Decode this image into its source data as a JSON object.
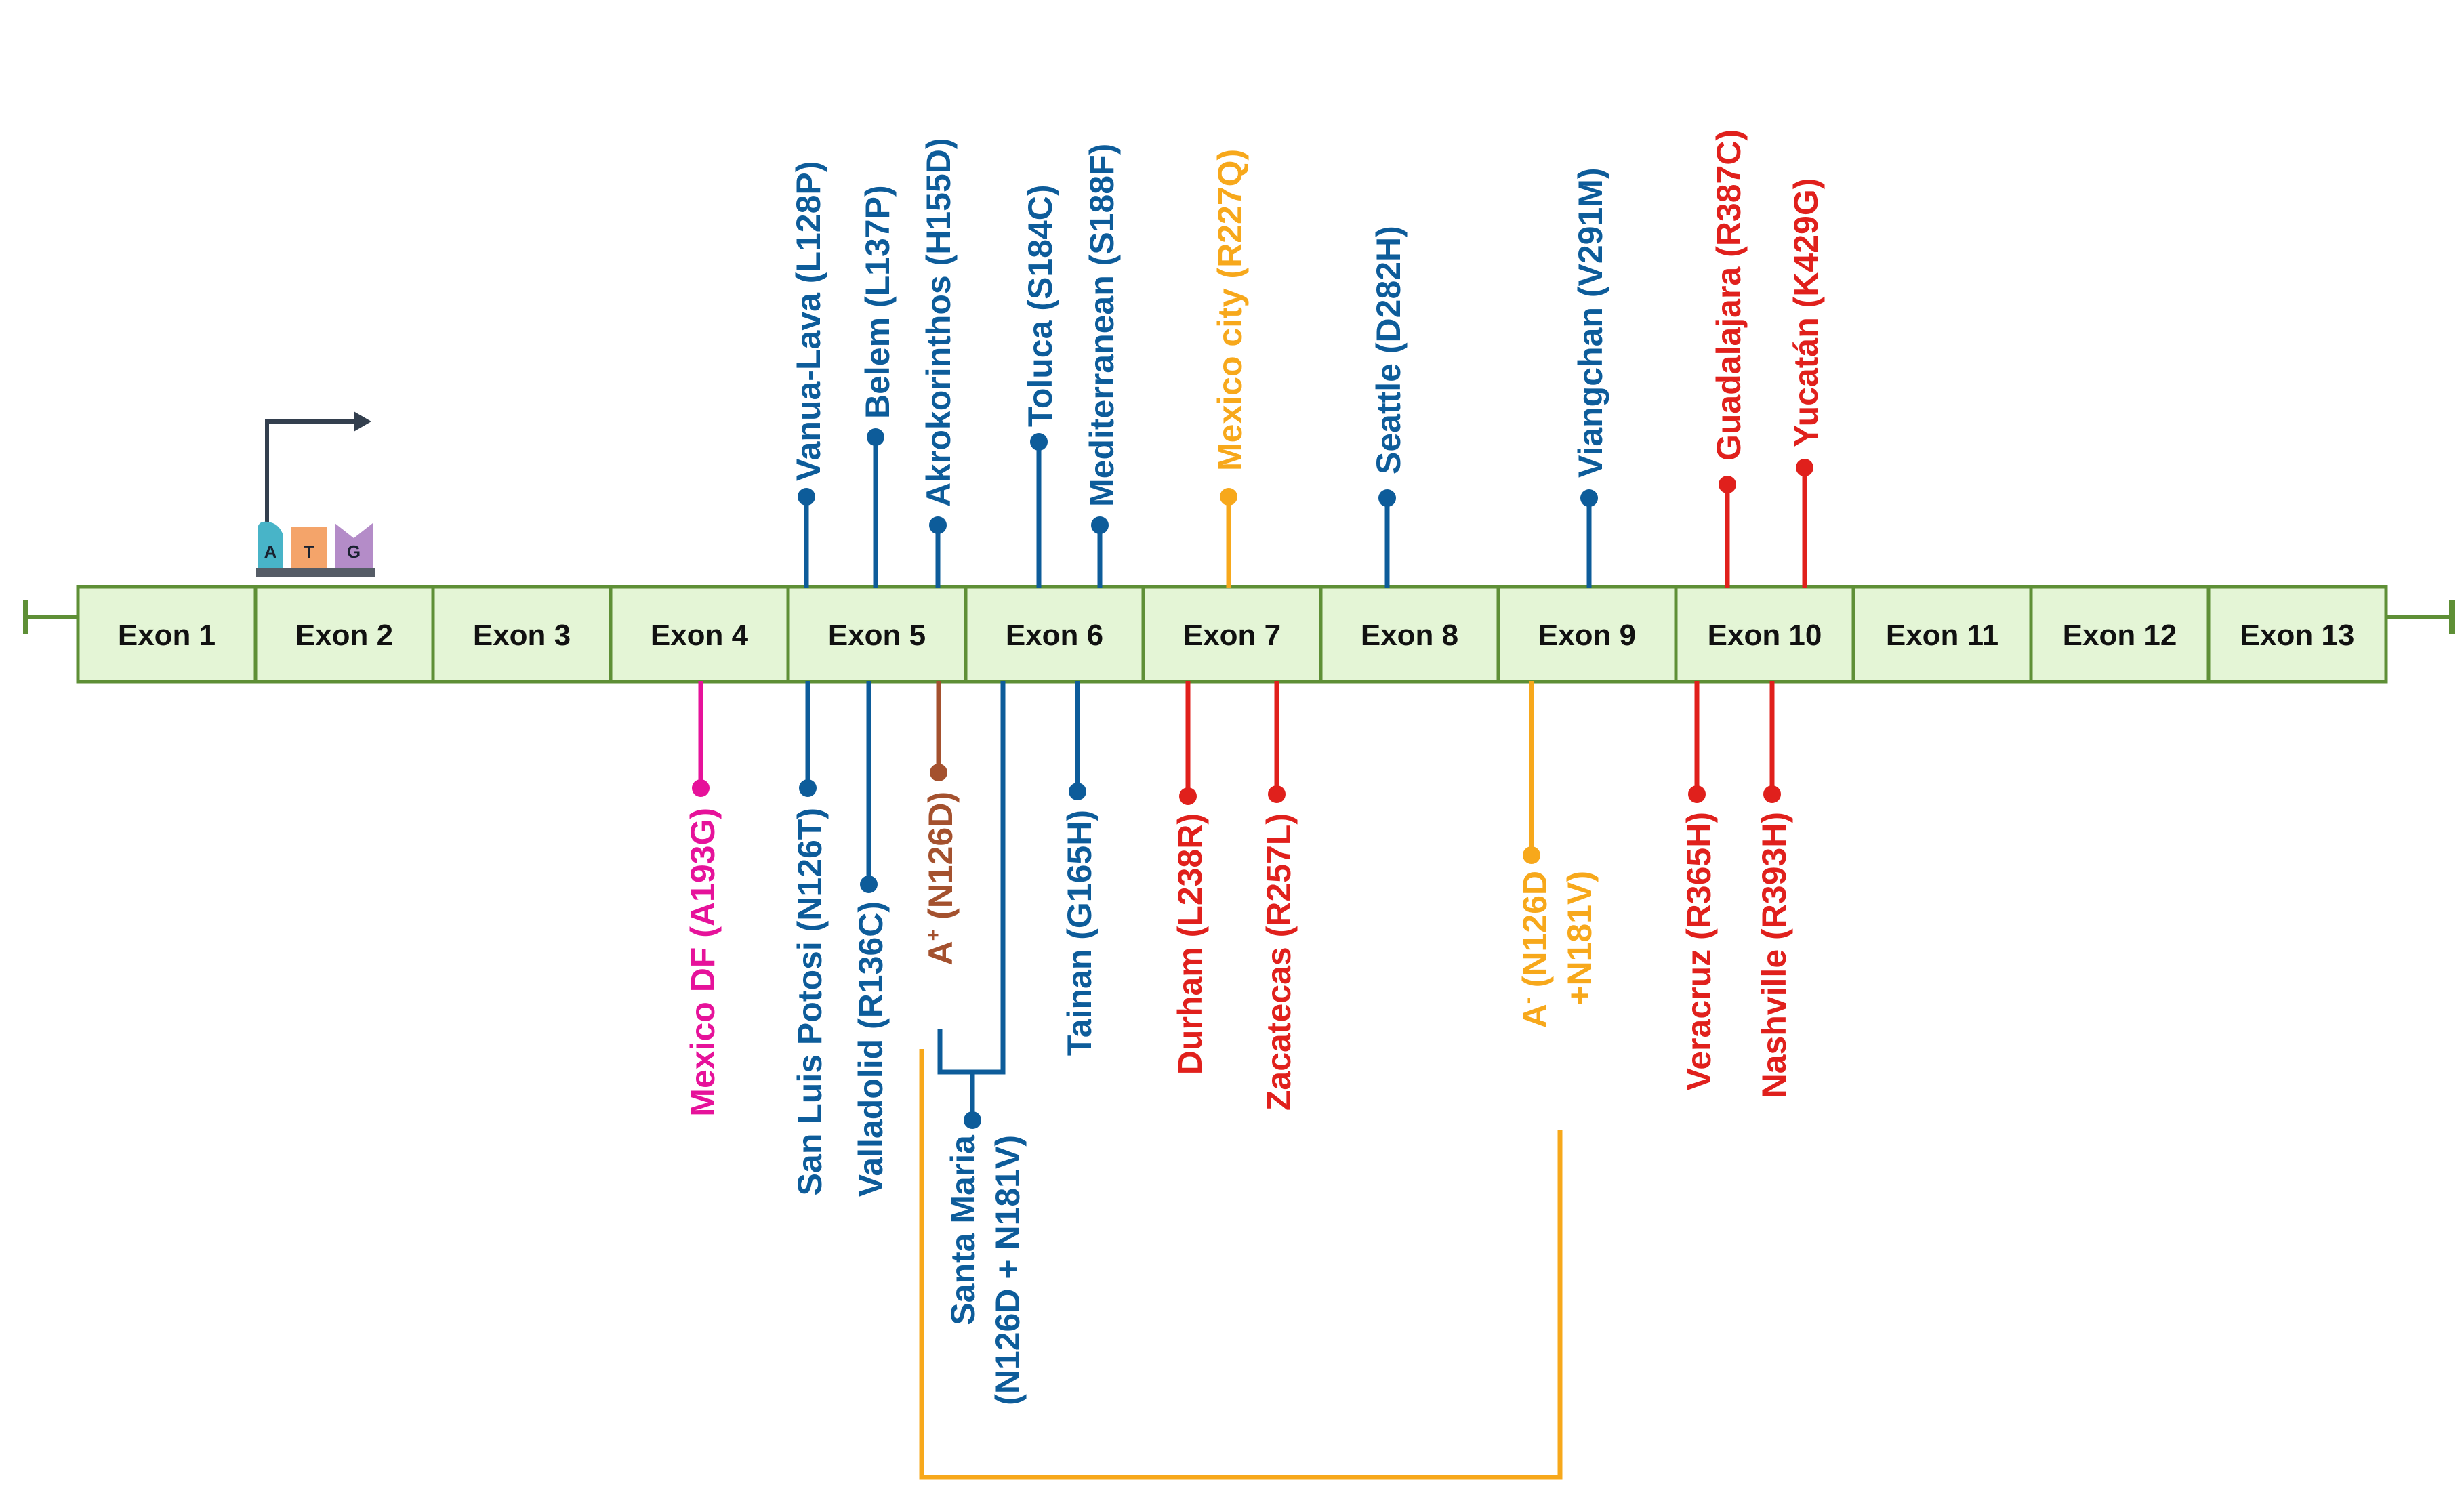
{
  "colors": {
    "blue": "#0d5c9a",
    "red": "#e0201c",
    "orange": "#f7a81b",
    "magenta": "#e6129a",
    "brown": "#a4512e",
    "green": "#5e8f36",
    "exon_fill": "#e4f5d6",
    "exon_border": "#5e8f36"
  },
  "exons": [
    "Exon 1",
    "Exon 2",
    "Exon 3",
    "Exon 4",
    "Exon 5",
    "Exon 6",
    "Exon 7",
    "Exon 8",
    "Exon 9",
    "Exon 10",
    "Exon 11",
    "Exon 12",
    "Exon 13"
  ],
  "codon": [
    "A",
    "T",
    "G"
  ],
  "variants_above": [
    {
      "name": "Vanua-Lava",
      "mutation": "(L128P)",
      "color": "blue"
    },
    {
      "name": "Belem",
      "mutation": "(L137P)",
      "color": "blue"
    },
    {
      "name": "Akrokorinthos",
      "mutation": "(H155D)",
      "color": "blue"
    },
    {
      "name": "Toluca",
      "mutation": "(S184C)",
      "color": "blue"
    },
    {
      "name": "Mediterranean",
      "mutation": "(S188F)",
      "color": "blue"
    },
    {
      "name": "Mexico city",
      "mutation": "(R227Q)",
      "color": "orange"
    },
    {
      "name": "Seattle",
      "mutation": "(D282H)",
      "color": "blue"
    },
    {
      "name": "Viangchan",
      "mutation": "(V291M)",
      "color": "blue"
    },
    {
      "name": "Guadalajara",
      "mutation": "(R387C)",
      "color": "red"
    },
    {
      "name": "Yucatán",
      "mutation": "(K429G)",
      "color": "red"
    }
  ],
  "variants_below": [
    {
      "name": "Mexico DF",
      "mutation": "(A193G)",
      "color": "magenta"
    },
    {
      "name": "San Luis Potosi",
      "mutation": "(N126T)",
      "color": "blue"
    },
    {
      "name": "Valladolid",
      "mutation": "(R136C)",
      "color": "blue"
    },
    {
      "name": "A",
      "sup": "+",
      "mutation": "(N126D)",
      "color": "brown"
    },
    {
      "name": "Tainan",
      "mutation": "(G165H)",
      "color": "blue"
    },
    {
      "name": "Durham",
      "mutation": "(L238R)",
      "color": "red"
    },
    {
      "name": "Zacatecas",
      "mutation": "(R257L)",
      "color": "red"
    },
    {
      "name": "Veracruz",
      "mutation": "(R365H)",
      "color": "red"
    },
    {
      "name": "Nashville",
      "mutation": "(R393H)",
      "color": "red"
    }
  ],
  "combined_variants": {
    "santa_maria": {
      "line1": "Santa Maria",
      "line2": "(N126D + N181V)"
    },
    "a_minus": {
      "name": "A",
      "sup": "-",
      "line1_rest": " (N126D",
      "line2": "+N181V)"
    }
  }
}
